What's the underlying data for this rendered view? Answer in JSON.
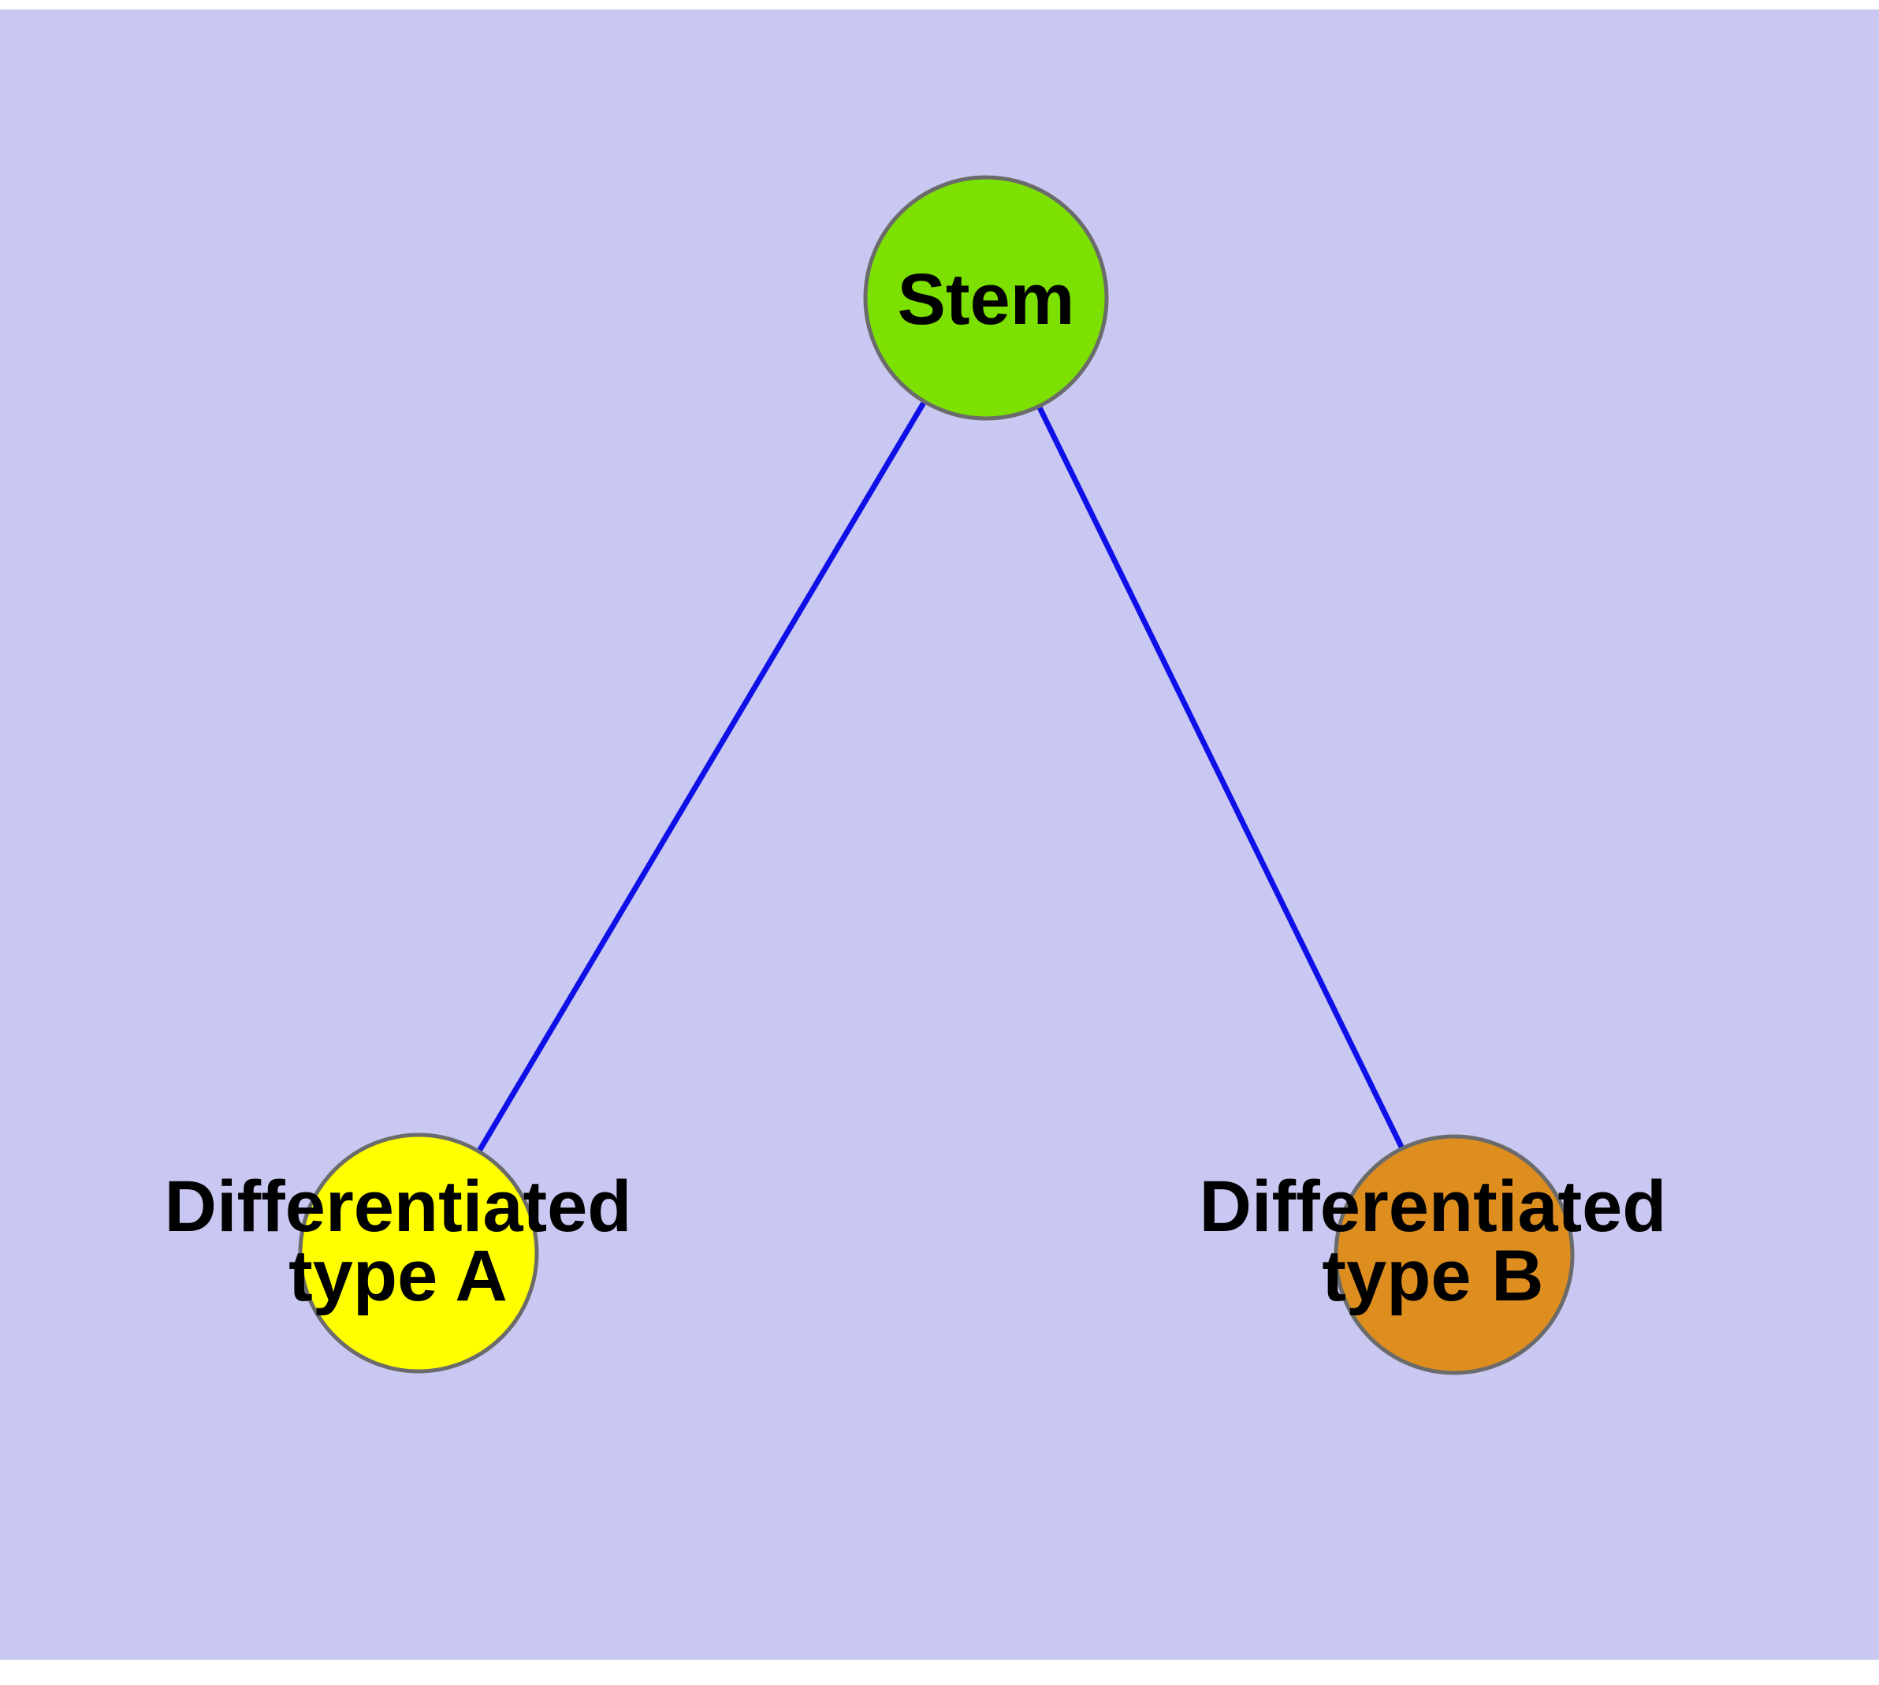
{
  "canvas": {
    "background": "#c8c8f2",
    "page_background": "#ffffff"
  },
  "text_color": "#000000",
  "edges": {
    "color": "#0f0fe8",
    "list": [
      {
        "from": "stem",
        "to": "differentiated-type-a"
      },
      {
        "from": "stem",
        "to": "differentiated-type-b"
      }
    ]
  },
  "nodes": {
    "stem": {
      "label": "Stem",
      "fill": "#7ce000",
      "stroke": "#6b6b6b"
    },
    "type_a": {
      "label_line1": "Differentiated",
      "label_line2": "type A",
      "fill": "#ffff00",
      "stroke": "#6b6b6b"
    },
    "type_b": {
      "label_line1": "Differentiated",
      "label_line2": "type B",
      "fill": "#dd8e1e",
      "stroke": "#6b6b6b"
    }
  }
}
